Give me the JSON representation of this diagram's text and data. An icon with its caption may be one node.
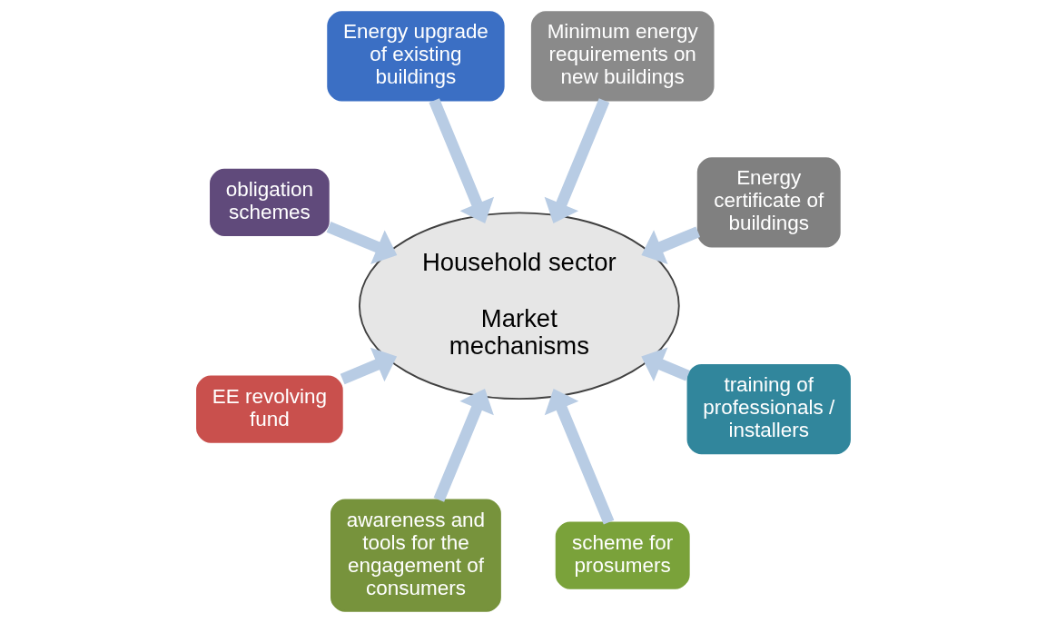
{
  "diagram": {
    "nodes": [
      {
        "text": [
          "Energy certificate of buildings"
        ]
      },
      {
        "text": [
          "Minimum energy requirements on new buildings"
        ]
      },
      {
        "text": [
          "Energy upgrade of existing buildings"
        ]
      },
      {
        "text": [
          "obligation schemes"
        ]
      },
      {
        "text": [
          "EE revolving fund"
        ]
      },
      {
        "text": [
          "awareness and tools for the engagement of consumers"
        ]
      },
      {
        "text": [
          "scheme for prosumers"
        ]
      },
      {
        "text": [
          "training of professionals / installers"
        ]
      },
      {
        "text": [
          "Household sector",
          "Market mechanisms"
        ]
      }
    ],
    "edges": [
      {
        "from": 0,
        "to": 8,
        "arrow": "to"
      },
      {
        "from": 1,
        "to": 8,
        "arrow": "to"
      },
      {
        "from": 2,
        "to": 8,
        "arrow": "to"
      },
      {
        "from": 3,
        "to": 8,
        "arrow": "to"
      },
      {
        "from": 4,
        "to": 8,
        "arrow": "to"
      },
      {
        "from": 5,
        "to": 8,
        "arrow": "to"
      },
      {
        "from": 6,
        "to": 8,
        "arrow": "to"
      },
      {
        "from": 7,
        "to": 8,
        "arrow": "to"
      }
    ]
  }
}
